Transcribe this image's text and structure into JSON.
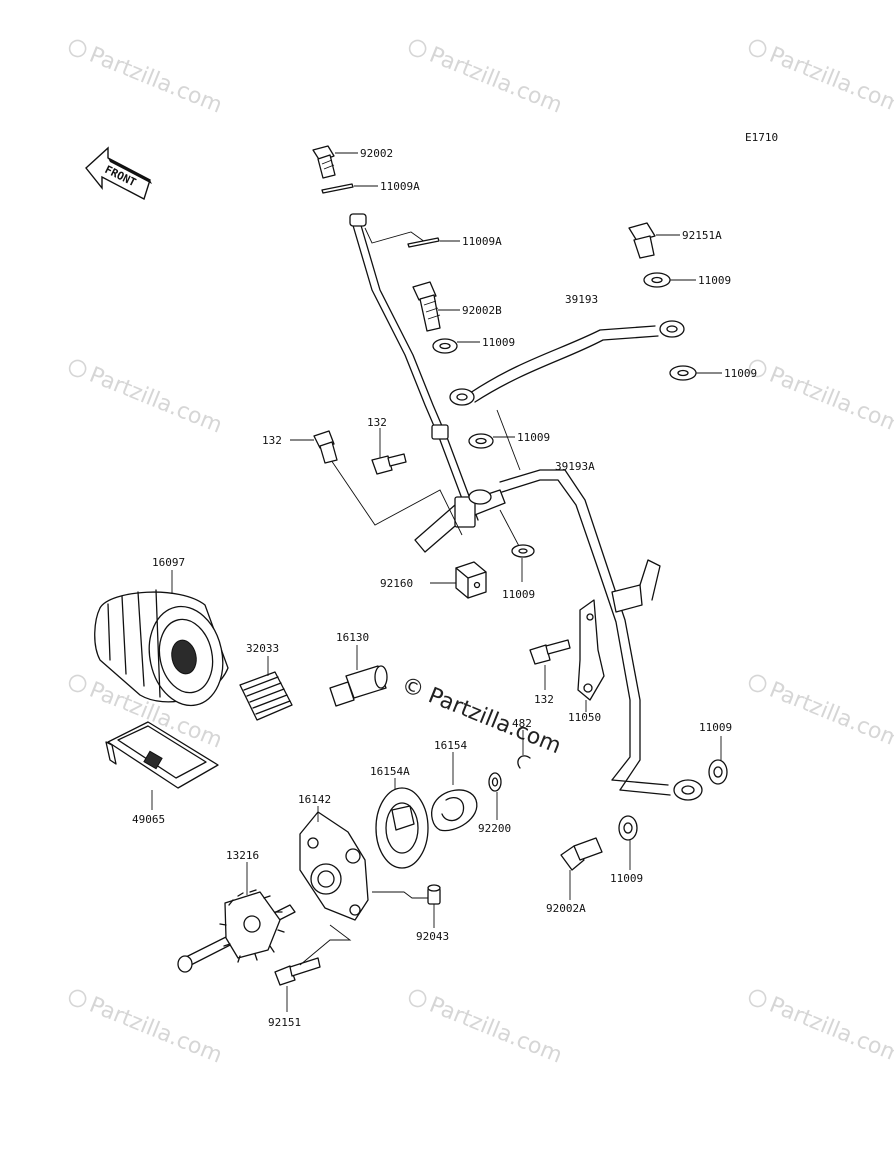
{
  "diagram_code": "E1710",
  "front_arrow_label": "FRONT",
  "watermark": {
    "tiled_text": "Partzilla.com",
    "center_text": "© Partzilla.com"
  },
  "parts": {
    "p_92002": "92002",
    "p_11009A_a": "11009A",
    "p_11009A_b": "11009A",
    "p_92151A": "92151A",
    "p_11009_a": "11009",
    "p_39193": "39193",
    "p_92002B": "92002B",
    "p_11009_b": "11009",
    "p_11009_c": "11009",
    "p_132_a": "132",
    "p_132_b": "132",
    "p_11009_d": "11009",
    "p_39193A": "39193A",
    "p_16097": "16097",
    "p_92160": "92160",
    "p_11009_e": "11009",
    "p_16130": "16130",
    "p_32033": "32033",
    "p_132_c": "132",
    "p_11050": "11050",
    "p_482": "482",
    "p_11009_f": "11009",
    "p_16154": "16154",
    "p_16154A": "16154A",
    "p_16142": "16142",
    "p_92200": "92200",
    "p_49065": "49065",
    "p_13216": "13216",
    "p_92002A": "92002A",
    "p_11009_g": "11009",
    "p_92043": "92043",
    "p_92151": "92151"
  }
}
